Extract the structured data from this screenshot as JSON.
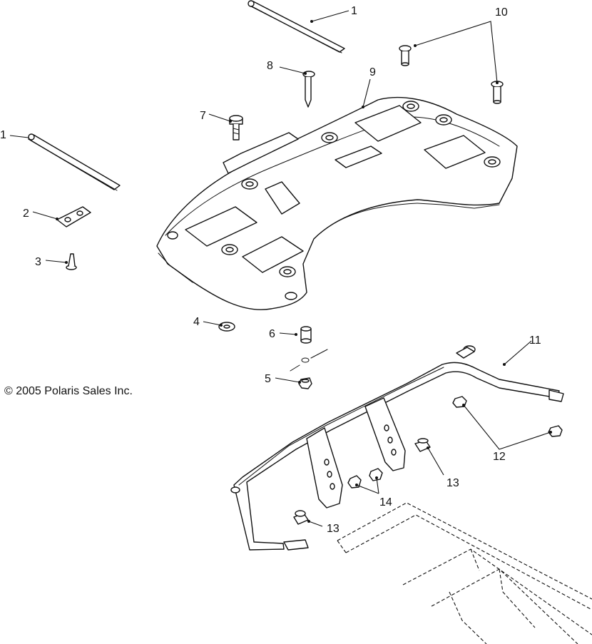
{
  "copyright": "© 2005 Polaris Sales Inc.",
  "callouts": [
    "1",
    "1",
    "2",
    "3",
    "4",
    "5",
    "6",
    "7",
    "8",
    "9",
    "10",
    "11",
    "12",
    "13",
    "13",
    "14"
  ]
}
